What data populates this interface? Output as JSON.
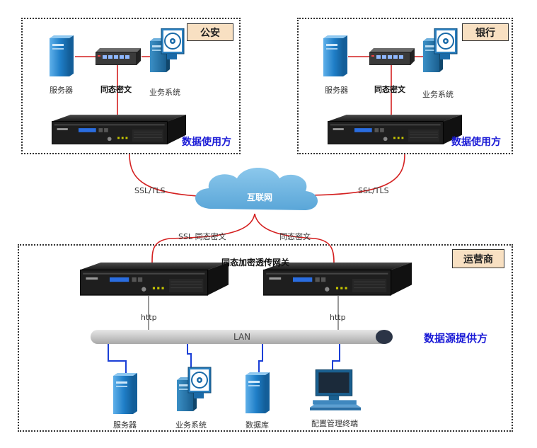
{
  "police": {
    "tag": "公安",
    "server_label": "服务器",
    "switch_label": "同态密文",
    "business_label": "业务系统",
    "role": "数据使用方"
  },
  "bank": {
    "tag": "银行",
    "server_label": "服务器",
    "switch_label": "同态密文",
    "business_label": "业务系统",
    "role": "数据使用方"
  },
  "links": {
    "left_protocol": "SSL/TLS",
    "right_protocol": "SSL/TLS",
    "left_down": "SSL 同态密文",
    "right_down": "同态密文"
  },
  "cloud": {
    "label": "互联网"
  },
  "carrier": {
    "tag": "运营商",
    "gateway_label": "同态加密透传网关",
    "http_left": "http",
    "http_right": "http",
    "lan_label": "LAN",
    "role": "数据源提供方",
    "devices": [
      "服务器",
      "业务系统",
      "数据库",
      "配置管理终端"
    ]
  },
  "colors": {
    "link_red": "#d42020",
    "lan_blue": "#1a3fd6",
    "server_blue": "#1f7ec7"
  }
}
